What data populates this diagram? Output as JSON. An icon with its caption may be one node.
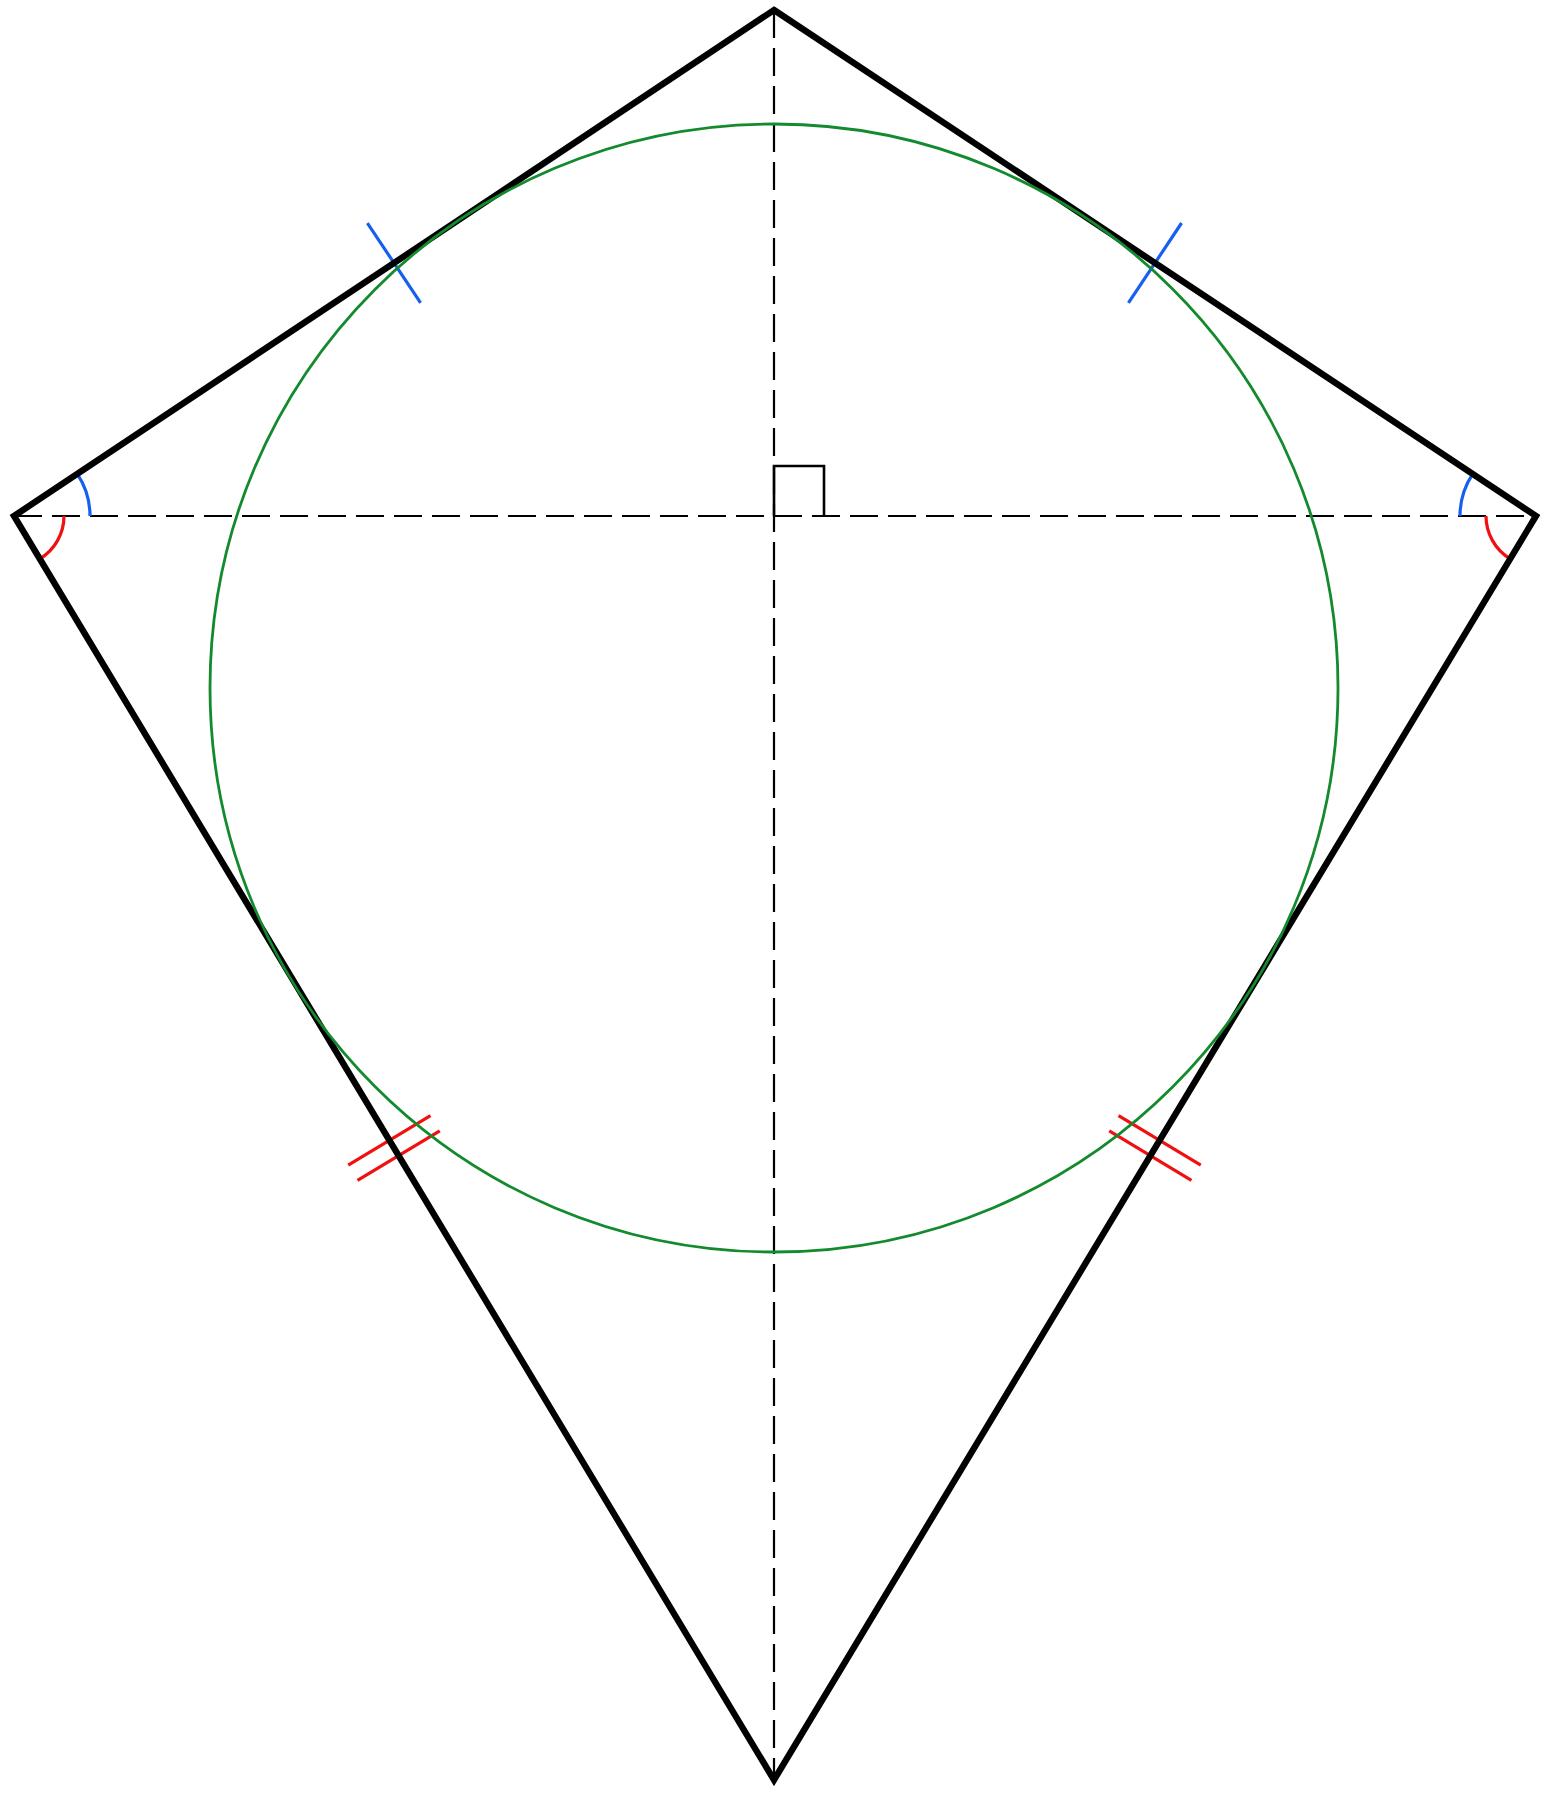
{
  "diagram": {
    "nodes": [
      {
        "text": [],
        "shape": "kite"
      },
      {
        "text": [],
        "shape": "circle",
        "in": 0
      }
    ]
  }
}
